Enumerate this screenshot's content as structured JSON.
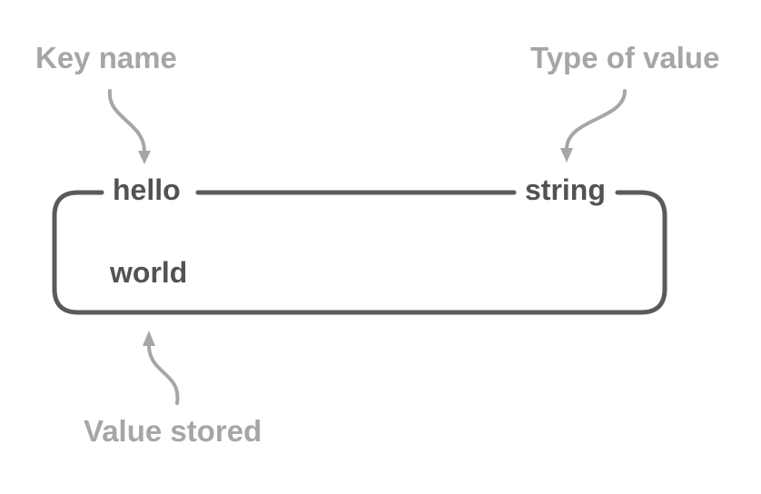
{
  "annotations": {
    "key_name": "Key name",
    "type_of_value": "Type of value",
    "value_stored": "Value stored"
  },
  "record": {
    "key": "hello",
    "type": "string",
    "value": "world"
  },
  "colors": {
    "annotation": "#a6a6a6",
    "record_text": "#525252",
    "box_stroke": "#5a5a5a",
    "arrow_stroke": "#a6a6a6"
  },
  "icons": {
    "arrow_to_key": "curved-arrow-down-icon",
    "arrow_to_type": "curved-arrow-down-icon",
    "arrow_to_value": "curved-arrow-up-icon"
  }
}
